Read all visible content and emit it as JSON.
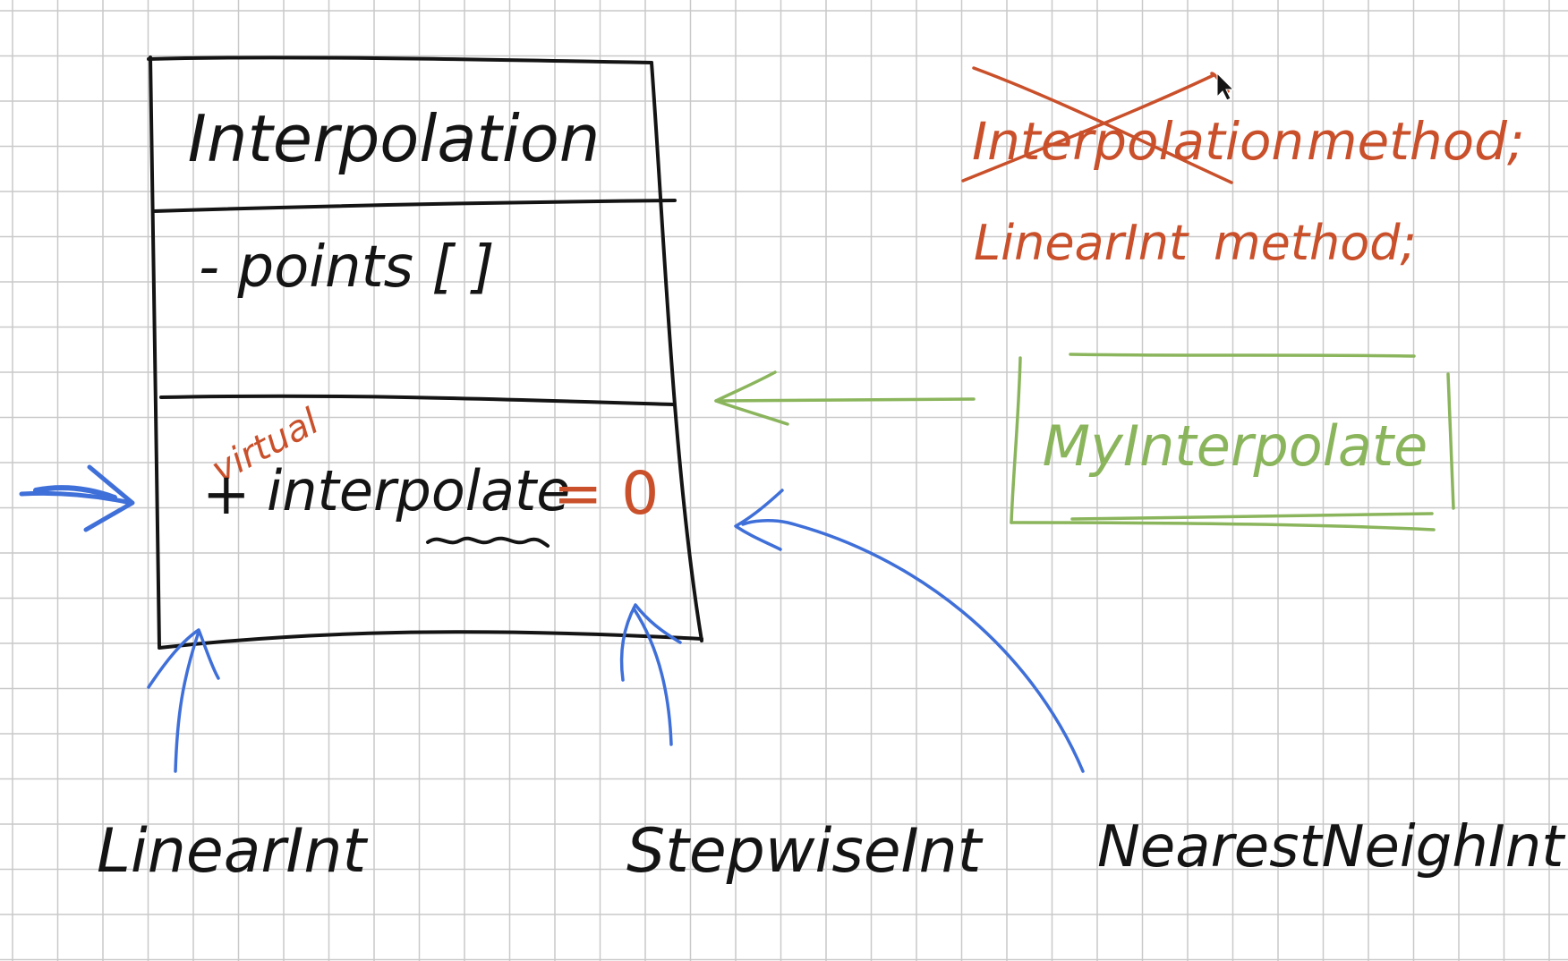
{
  "colors": {
    "grid": "#c9c9c9",
    "ink_black": "#141414",
    "ink_red": "#c9502a",
    "ink_blue": "#3f6fd8",
    "ink_green": "#8bb55c"
  },
  "uml_class": {
    "name": "Interpolation",
    "attribute": "- points [ ]",
    "method_prefix": "+",
    "method_name": "interpolate",
    "method_annotation": "virtual",
    "method_suffix": "= 0"
  },
  "code_notes": {
    "struck_line_word": "Interpolation",
    "struck_line_rest": "method;",
    "line2_word": "LinearInt",
    "line2_rest": "method;"
  },
  "user_class": {
    "name": "MyInterpolate"
  },
  "subclasses": [
    {
      "name": "LinearInt"
    },
    {
      "name": "StepwiseInt"
    },
    {
      "name": "NearestNeighInt"
    }
  ]
}
